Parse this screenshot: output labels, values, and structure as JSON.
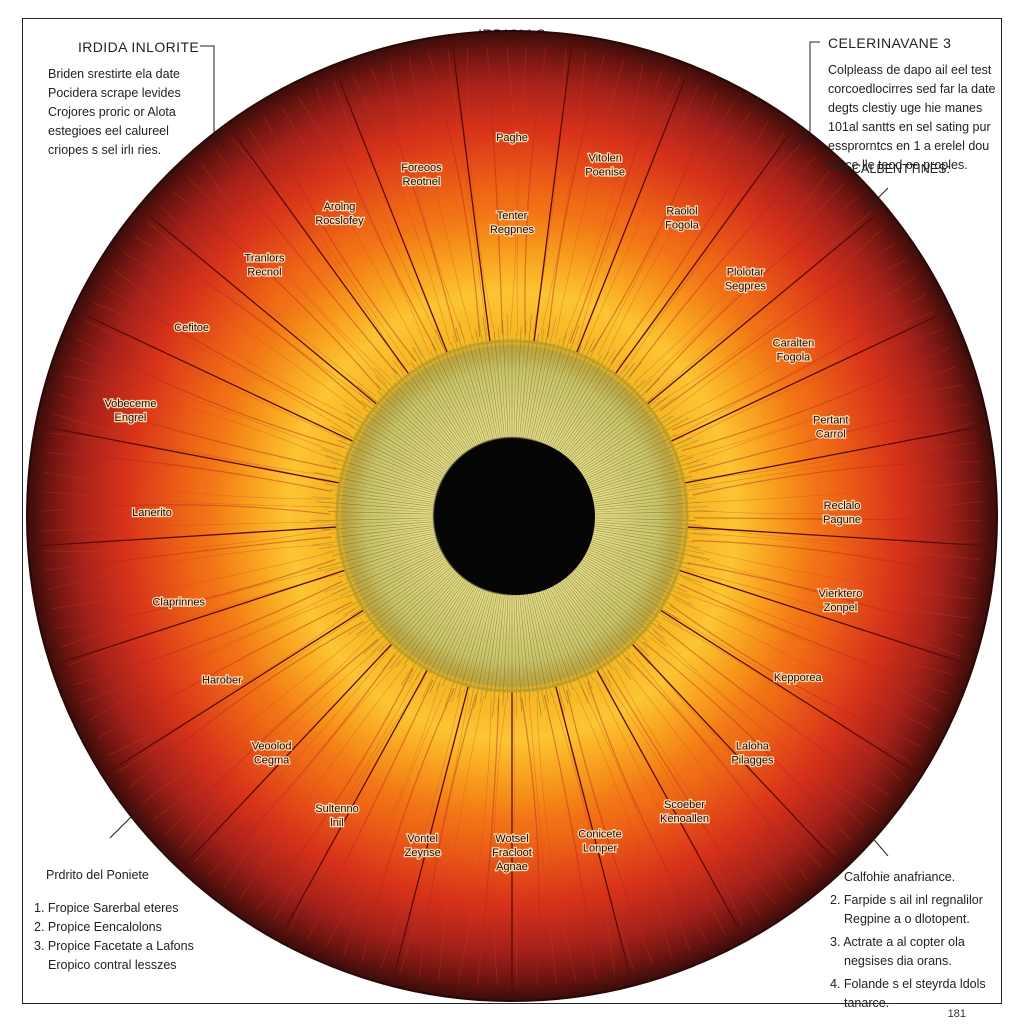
{
  "diagram": {
    "title_top": "IRDIOLLS",
    "title_bottom": "LIRDALS",
    "page_number": "181"
  },
  "top_left": {
    "heading": "IRDIDA INLORITE",
    "lines": [
      "Briden srestirte ela date",
      "Pocidera scrape levides",
      "Crojores proric or Alota",
      "estegioes eel calureel",
      "criopes s sel irlı ries."
    ]
  },
  "top_right": {
    "heading": "CELERINAVANE 3",
    "lines": [
      "Colpleass de dapo ail eel test",
      "corcoedlocirres sed far la date",
      "degts clestiy uge hie manes",
      "101al santts en sel sating pur",
      "essprorntcs en 1 a erelel dou",
      "tance lle teod oe proples."
    ],
    "note": "CALBENTTINES:"
  },
  "bottom_left": {
    "heading": "Prdrito del Poniete",
    "items": [
      "1. Fropice Sarerbal eteres",
      "2. Propice Eencalolons",
      "3. Propice Facetate a Lafons",
      "Eropico contral lesszes"
    ]
  },
  "bottom_right": {
    "heading": "Calfohie anafriance.",
    "items": [
      "2. Farpide s ail inl regnalilor",
      "Regpine a o dlotopent.",
      "3. Actrate a al copter ola",
      "negsises dia orans.",
      "4. Folande s el steyrda ldols",
      "tanarce."
    ]
  },
  "iris_labels": [
    "Paghe",
    "Vitolen\nPoenise",
    "Raolol\nFogola",
    "Plolotar\nSegpres",
    "Caralten\nFogola",
    "Pertant\nCarrol",
    "Reclalo\nPagune",
    "Vierktero\nZonpel",
    "Kepporea",
    "Laloha\nPilagges",
    "Scoeber\nKenoallen",
    "Conicete\nLonper",
    "Wotsel\nFracloot\nAgnae",
    "Vontel\nZeynse",
    "Sultenno\nlnil",
    "Veoolod\nCegma",
    "Harober",
    "Claprinnes",
    "Lanerito",
    "Vobeceme\nEngrel",
    "Cefitoe",
    "Tranlors\nRecnol",
    "Arolng\nRocslofey",
    "Foreoos\nReotnel",
    "Tenter\nRegpnes"
  ],
  "colors": {
    "outer_rim": "#3a0d0a",
    "iris_red": "#d8321a",
    "iris_orange": "#f07a16",
    "iris_yellow": "#f7d21e",
    "collarette": "#c9c36a",
    "pupil": "#050505",
    "divider": "#5a0a08"
  }
}
